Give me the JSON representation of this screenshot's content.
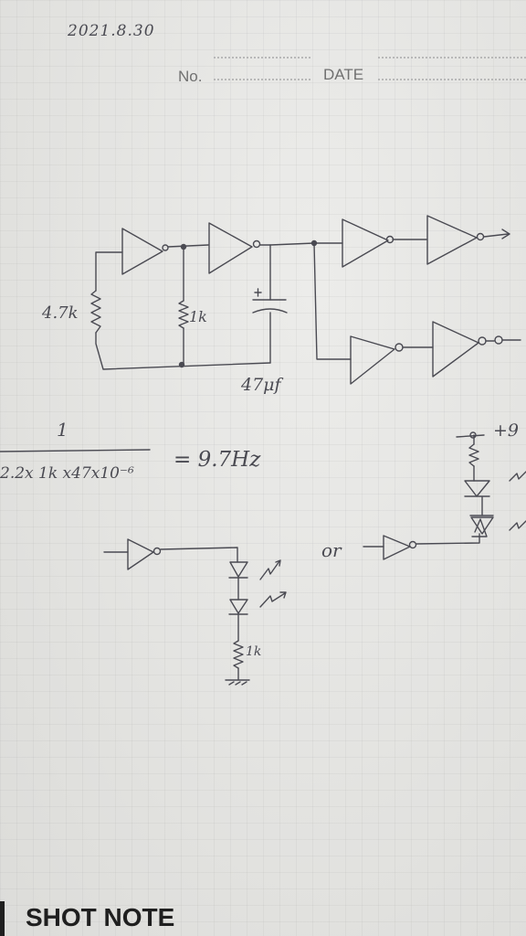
{
  "header": {
    "date_handwritten": "2021.8.30",
    "no_label": "No.",
    "date_label": "DATE"
  },
  "schematic": {
    "r1_label": "4.7k",
    "r2_label": "1k",
    "cap_label": "47μf",
    "r3_label": "1k",
    "or_label": "or",
    "vplus_label": "+9"
  },
  "formula": {
    "numerator": "1",
    "denominator": "2.2x  1k x47x10⁻⁶",
    "result": "= 9.7Hz"
  },
  "footer": {
    "brand": "SHOT NOTE"
  },
  "colors": {
    "ink": "#4a4a52",
    "paper": "#e4e4e1",
    "printed": "#707070"
  }
}
